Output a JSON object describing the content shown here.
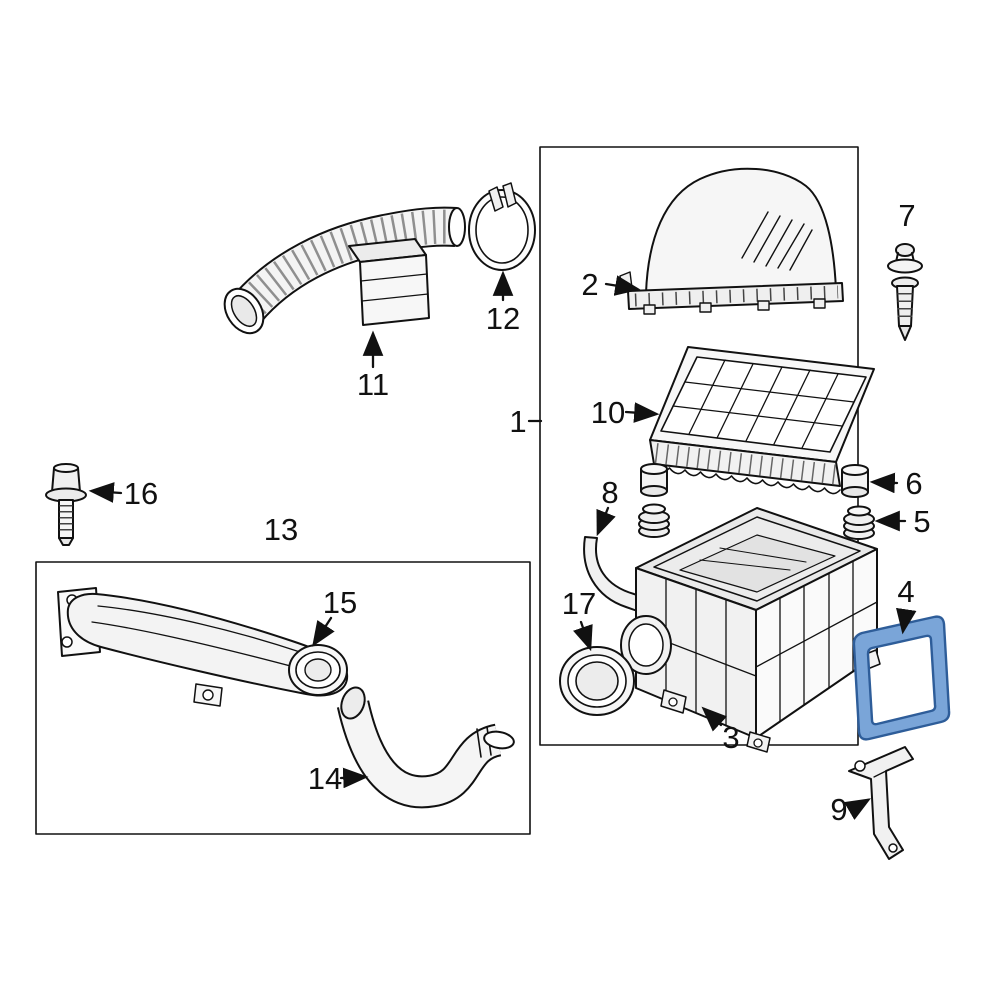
{
  "figure": {
    "highlight_fill": "#7aa5d8",
    "highlight_stroke": "#2e5d99",
    "line_color": "#111111",
    "background": "#ffffff"
  },
  "callouts": {
    "c1": "1",
    "c2": "2",
    "c3": "3",
    "c4": "4",
    "c5": "5",
    "c6": "6",
    "c7": "7",
    "c8": "8",
    "c9": "9",
    "c10": "10",
    "c11": "11",
    "c12": "12",
    "c13": "13",
    "c14": "14",
    "c15": "15",
    "c16": "16",
    "c17": "17"
  }
}
